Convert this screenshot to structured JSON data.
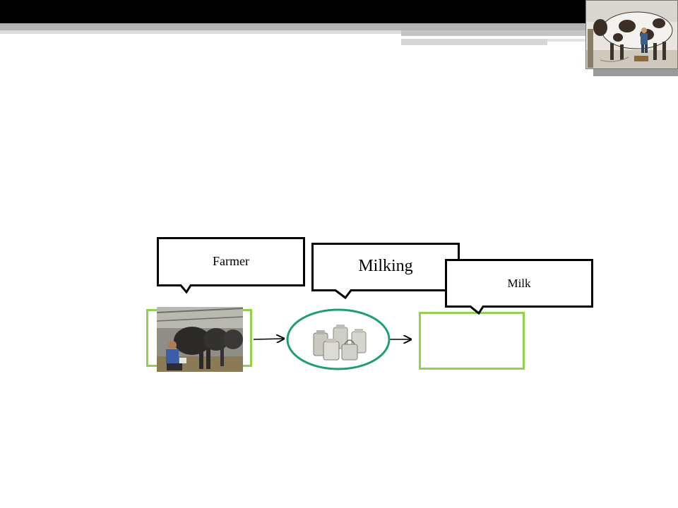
{
  "colors": {
    "box_border": "#92d050",
    "ellipse_border": "#1f9e73",
    "arrow": "#000000",
    "header_bar": "#000000"
  },
  "callouts": {
    "farmer": "Farmer",
    "milking": "Milking",
    "milk": "Milk"
  },
  "icons": {
    "corner": "cow-painting-icon",
    "farmer_photo": "farmer-milking-buffalo-photo",
    "milk_cans": "milk-cans-icon"
  }
}
